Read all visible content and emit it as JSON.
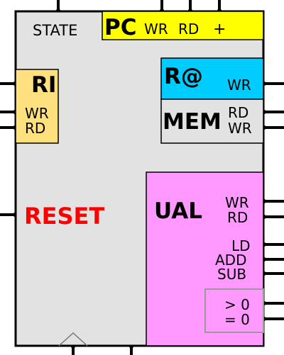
{
  "component": {
    "state_label": "STATE",
    "reset_label": "RESET",
    "reset_color": "#ff0000",
    "body_color": "#e2e2e2"
  },
  "pc": {
    "name": "PC",
    "wr": "WR",
    "rd": "RD",
    "inc": "+",
    "color": "#ffff00"
  },
  "ri": {
    "name": "RI",
    "wr": "WR",
    "rd": "RD",
    "color": "#ffe07f"
  },
  "ra": {
    "name": "R@",
    "wr": "WR",
    "color": "#00ccff"
  },
  "mem": {
    "name": "MEM",
    "rd": "RD",
    "wr": "WR",
    "color": "#e2e2e2"
  },
  "ual": {
    "name": "UAL",
    "wr": "WR",
    "rd": "RD",
    "ld": "LD",
    "add": "ADD",
    "sub": "SUB",
    "gt0": "> 0",
    "eq0": "= 0",
    "color": "#ff99ff"
  }
}
